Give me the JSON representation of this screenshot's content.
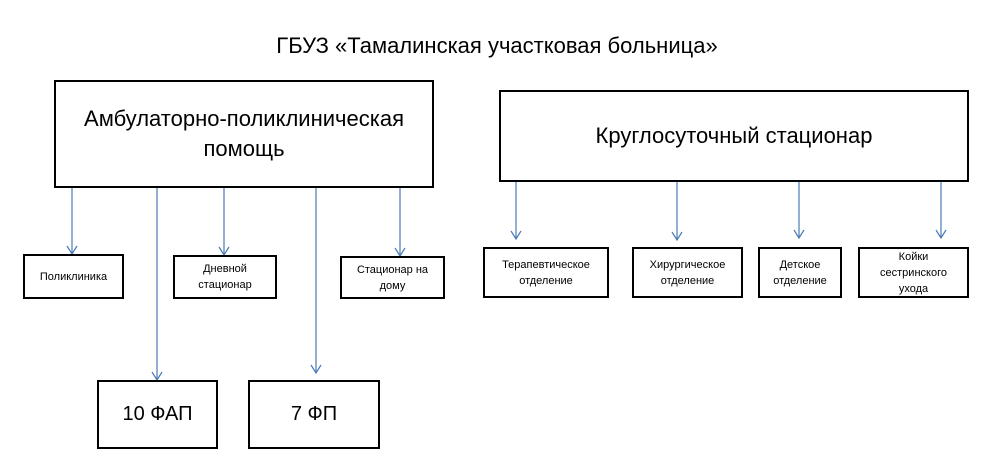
{
  "title": "ГБУЗ «Тамалинская участковая больница»",
  "ambulatory": {
    "label": "Амбулаторно-поликлиническая помощь",
    "children": [
      "Поликлиника",
      "Дневной стационар",
      "Стационар на дому"
    ],
    "lower_children": [
      "10 ФАП",
      "7 ФП"
    ]
  },
  "inpatient": {
    "label": "Круглосуточный стационар",
    "children": [
      "Терапевтическое отделение",
      "Хирургическое отделение",
      "Детское отделение",
      "Койки сестринского ухода"
    ]
  },
  "colors": {
    "connector": "#4a7ab5",
    "border": "#000000"
  }
}
